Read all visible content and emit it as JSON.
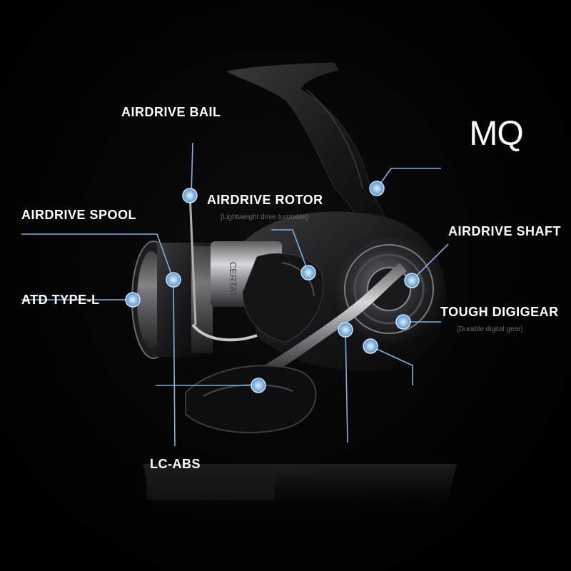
{
  "brand": {
    "logo_text": "MQ"
  },
  "reel": {
    "spool_engraving": "CERTATE"
  },
  "labels": {
    "airdrive_bail": "AIRDRIVE BAIL",
    "airdrive_rotor": "AIRDRIVE ROTOR",
    "airdrive_rotor_sub": "[Lightweight drive turntable]",
    "airdrive_spool": "AIRDRIVE SPOOL",
    "airdrive_shaft": "AIRDRIVE SHAFT",
    "atd_type_l": "ATD TYPE-L",
    "tough_digigear": "TOUGH DIGIGEAR",
    "tough_digigear_sub": "[Durable digital gear]",
    "lc_abs": "LC-ABS"
  },
  "colors": {
    "accent": "#7fb2e0",
    "text": "#ffffff",
    "subtext": "#6a6a6a",
    "background": "#000000"
  }
}
